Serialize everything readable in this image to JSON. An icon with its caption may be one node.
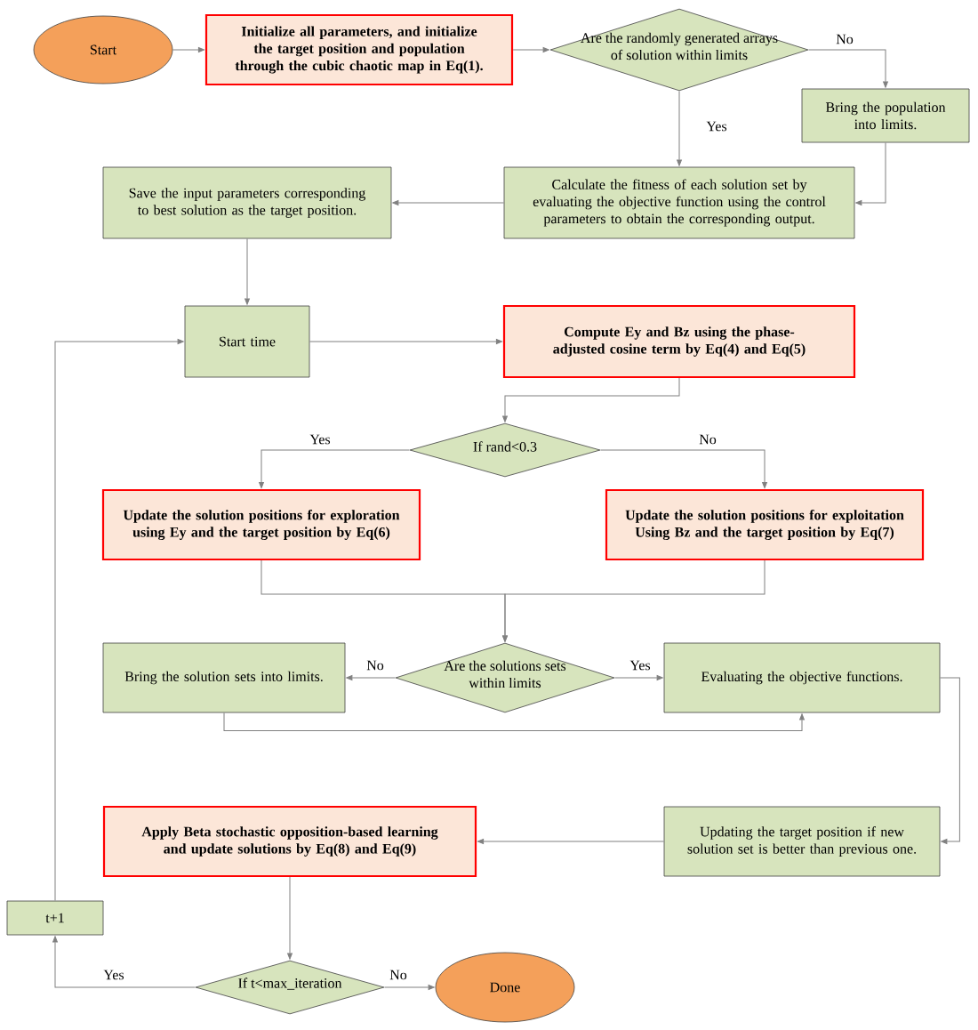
{
  "diagram": {
    "nodes": [
      {
        "text": [
          "Start"
        ]
      },
      {
        "text": [
          "Initialize all parameters, and initialize the target position and population through the cubic chaotic map in Eq(1)."
        ]
      },
      {
        "text": [
          "Are the randomly generated arrays of solution within limits"
        ]
      },
      {
        "text": [
          "Bring the population into limits."
        ]
      },
      {
        "text": [
          "Calculate the fitness of each solution set by evaluating the objective function using the control parameters to obtain the corresponding output."
        ]
      },
      {
        "text": [
          "Save the input parameters corresponding to best solution as the target position."
        ]
      },
      {
        "text": [
          "Start time"
        ]
      },
      {
        "text": [
          "Compute Ey and Bz using the phase-adjusted cosine term by Eq(4) and Eq(5)"
        ]
      },
      {
        "text": [
          "If rand<0.3"
        ]
      },
      {
        "text": [
          "Update the solution positions for exploration using Ey and the target position by Eq(6)"
        ]
      },
      {
        "text": [
          "Update the solution positions for exploitation Using Bz and the target position by Eq(7)"
        ]
      },
      {
        "text": [
          "Bring the solution sets into limits."
        ]
      },
      {
        "text": [
          "Are the solutions sets within limits"
        ]
      },
      {
        "text": [
          "Evaluating the objective functions."
        ]
      },
      {
        "text": [
          "Apply Beta stochastic opposition-based learning and update solutions by Eq(8) and Eq(9)"
        ]
      },
      {
        "text": [
          "Updating the target position if new solution set is better than previous one."
        ]
      },
      {
        "text": [
          "t+1"
        ]
      },
      {
        "text": [
          "If t<max_iteration"
        ]
      },
      {
        "text": [
          "Done"
        ]
      }
    ],
    "edges": [
      {
        "from": 0,
        "to": 1,
        "arrow": "to"
      },
      {
        "from": 1,
        "to": 2,
        "arrow": "to"
      },
      {
        "from": 2,
        "to": 3,
        "arrow": "to",
        "label": "No"
      },
      {
        "from": 2,
        "to": 4,
        "arrow": "to",
        "label": "Yes"
      },
      {
        "from": 3,
        "to": 4,
        "arrow": "to"
      },
      {
        "from": 4,
        "to": 5,
        "arrow": "to"
      },
      {
        "from": 5,
        "to": 6,
        "arrow": "to"
      },
      {
        "from": 6,
        "to": 7,
        "arrow": "to"
      },
      {
        "from": 7,
        "to": 8,
        "arrow": "to"
      },
      {
        "from": 8,
        "to": 9,
        "arrow": "to",
        "label": "Yes"
      },
      {
        "from": 8,
        "to": 10,
        "arrow": "to",
        "label": "No"
      },
      {
        "from": 9,
        "to": 12,
        "arrow": "to"
      },
      {
        "from": 10,
        "to": 12,
        "arrow": "to"
      },
      {
        "from": 12,
        "to": 11,
        "arrow": "to",
        "label": "No"
      },
      {
        "from": 12,
        "to": 13,
        "arrow": "to",
        "label": "Yes"
      },
      {
        "from": 11,
        "to": 13,
        "arrow": "to"
      },
      {
        "from": 13,
        "to": 15,
        "arrow": "to"
      },
      {
        "from": 15,
        "to": 14,
        "arrow": "to"
      },
      {
        "from": 14,
        "to": 17,
        "arrow": "to"
      },
      {
        "from": 17,
        "to": 16,
        "arrow": "to",
        "label": "Yes"
      },
      {
        "from": 17,
        "to": 18,
        "arrow": "to",
        "label": "No"
      },
      {
        "from": 16,
        "to": 6,
        "arrow": "to"
      }
    ]
  }
}
